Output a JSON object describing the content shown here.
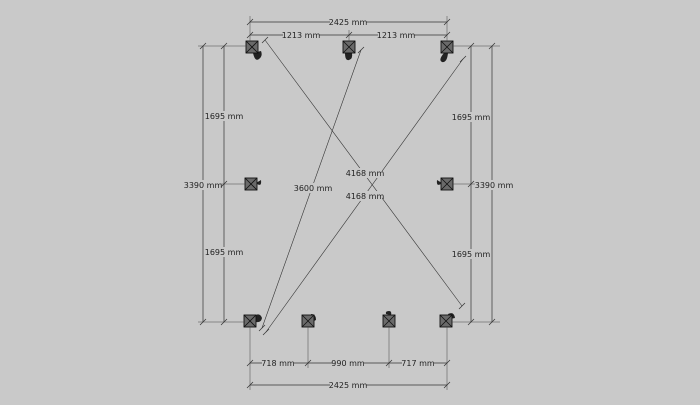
{
  "dimensions": {
    "top_total": "2425 mm",
    "top_left_span": "1213 mm",
    "top_right_span": "1213 mm",
    "left_total": "3390 mm",
    "left_upper": "1695 mm",
    "left_lower": "1695 mm",
    "right_total": "3390 mm",
    "right_upper": "1695 mm",
    "right_lower": "1695 mm",
    "bottom_total": "2425 mm",
    "bottom_left": "718 mm",
    "bottom_mid": "990 mm",
    "bottom_right": "717 mm",
    "diagonal_a": "4168 mm",
    "diagonal_b": "4168 mm",
    "diagonal_c": "3600 mm"
  },
  "colors": {
    "background": "#c9c9c9",
    "post": "#6a6a6a",
    "line": "#333333"
  }
}
